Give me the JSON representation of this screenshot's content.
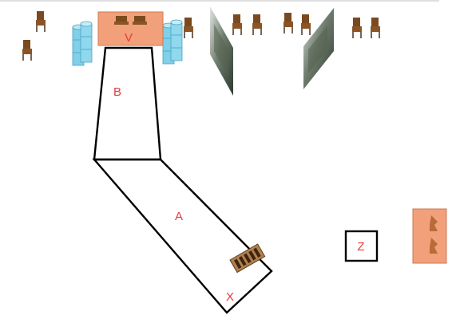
{
  "zones": [
    {
      "id": "V",
      "label": "V"
    },
    {
      "id": "B",
      "label": "B"
    },
    {
      "id": "A",
      "label": "A"
    },
    {
      "id": "X",
      "label": "X"
    },
    {
      "id": "Z",
      "label": "Z"
    }
  ],
  "colors": {
    "outline": "#000000",
    "label": "#e8393a",
    "salmon_block": "#f2a07a",
    "cylinder": "#7fd0e8",
    "chair": "#7a4a1e",
    "panel": "#8a9b8a",
    "top_rule": "#bfbfbf"
  },
  "icons": [
    "chair-icon",
    "barrel-stack-icon",
    "tilted-panel-icon",
    "bench-icon",
    "seat-block-icon"
  ]
}
